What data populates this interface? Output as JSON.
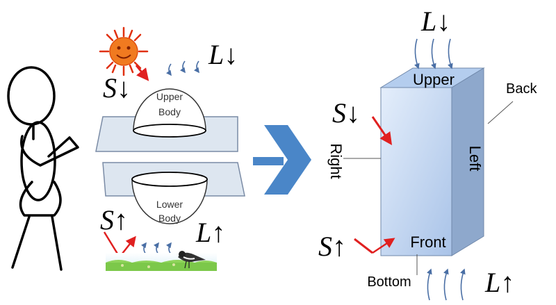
{
  "labels": {
    "upper_body": "Upper",
    "upper_body_2": "Body",
    "lower_body": "Lower",
    "lower_body_2": "Body",
    "left_S_down": "S↓",
    "left_L_down": "L↓",
    "left_S_up": "S↑",
    "left_L_up": "L↑",
    "box_L_down": "L↓",
    "box_S_down": "S↓",
    "box_S_up": "S↑",
    "box_L_up": "L↑",
    "upper": "Upper",
    "back": "Back",
    "right": "Right",
    "left": "Left",
    "front": "Front",
    "bottom": "Bottom"
  },
  "colors": {
    "solar_arrow": "#e02020",
    "longwave_arrow": "#4a6fa5",
    "box_front": "#c8dcf4",
    "box_side": "#8ea8cc",
    "box_top": "#b4cdee",
    "plane": "#dde6f0",
    "chevron": "#4a86c8",
    "sun": "#f08020",
    "grass": "#7cc84a",
    "sky": "#dff0fa"
  },
  "icons": {
    "person": "stick-figure-icon",
    "sun": "sun-icon",
    "bird": "bird-icon",
    "arrow": "chevron-right-icon"
  }
}
